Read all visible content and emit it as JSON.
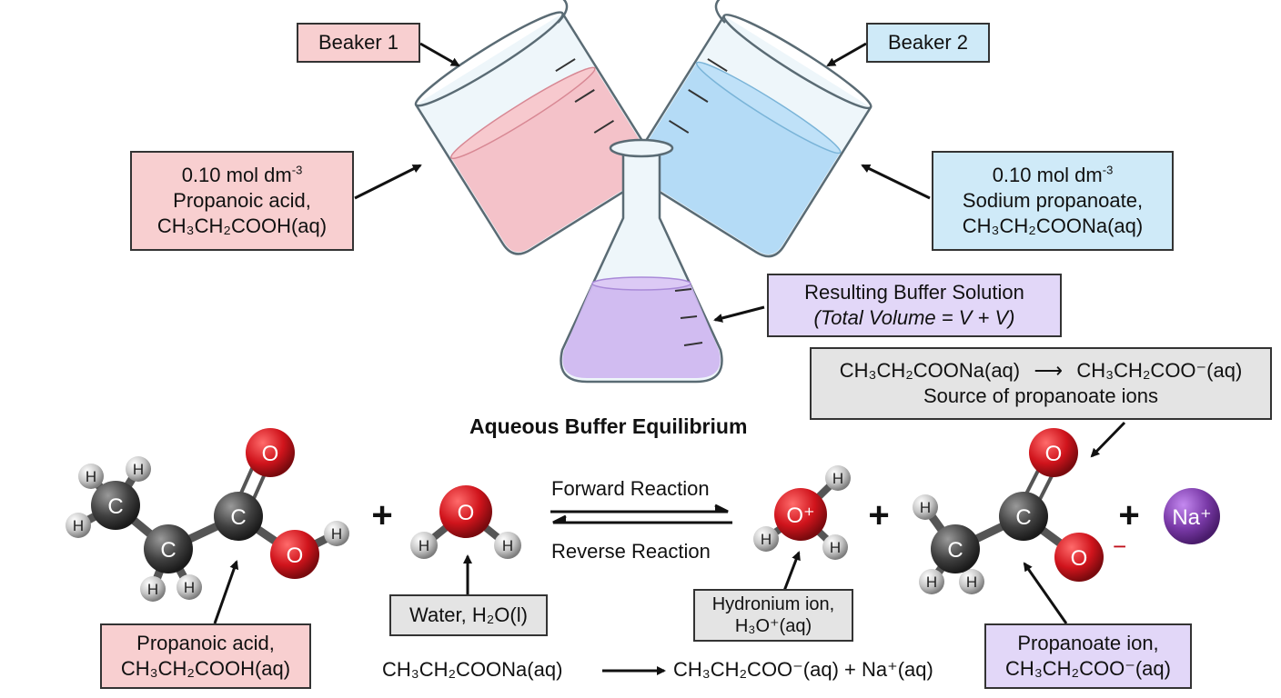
{
  "beaker1": {
    "label": "Beaker 1"
  },
  "beaker2": {
    "label": "Beaker 2"
  },
  "acid_label": {
    "line1": "0.10 mol dm",
    "line1_sup": "-3",
    "line2": "Propanoic acid,",
    "line3": "CH₃CH₂COOH(aq)"
  },
  "salt_label": {
    "line1": "0.10 mol dm",
    "line1_sup": "-3",
    "line2": "Sodium propanoate,",
    "line3": "CH₃CH₂COONa(aq)"
  },
  "buffer_label": {
    "line1": "Resulting Buffer Solution",
    "line2": "(Total Volume = V + V)"
  },
  "source_box": {
    "lhs": "CH₃CH₂COONa(aq)",
    "rhs": "CH₃CH₂COO⁻(aq)",
    "caption": "Source of propanoate ions"
  },
  "title": "Aqueous Buffer Equilibrium",
  "reaction": {
    "forward": "Forward Reaction",
    "reverse": "Reverse Reaction",
    "plus": "+"
  },
  "labels": {
    "propanoic_acid": {
      "line1": "Propanoic acid,",
      "line2": "CH₃CH₂COOH(aq)"
    },
    "water": "Water, H₂O(l)",
    "hydronium": {
      "line1": "Hydronium ion,",
      "line2": "H₃O⁺(aq)"
    },
    "propanoate": {
      "line1": "Propanoate ion,",
      "line2": "CH₃CH₂COO⁻(aq)"
    }
  },
  "bottom_equation": {
    "lhs": "CH₃CH₂COONa(aq)",
    "rhs": "CH₃CH₂COO⁻(aq) + Na⁺(aq)"
  },
  "atoms": {
    "C": "C",
    "O": "O",
    "H": "H",
    "O_plus": "O⁺",
    "Na": "Na⁺",
    "minus": "−"
  },
  "colors": {
    "pink": "#f8cfd0",
    "blue": "#cfeaf8",
    "violet": "#e2d7f8",
    "grey": "#e4e4e4",
    "oxygen": "#d0141c",
    "carbon": "#404040",
    "hydrogen": "#bdbdbd",
    "sodium": "#7a3aa8"
  }
}
